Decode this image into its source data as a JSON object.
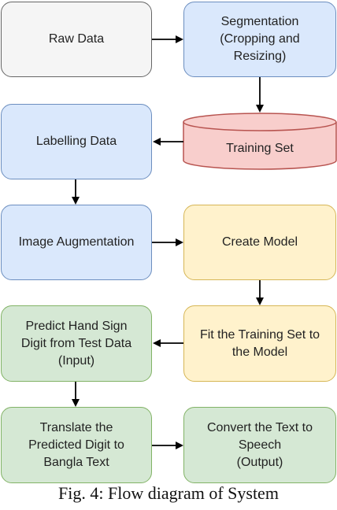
{
  "nodes": {
    "raw_data": "Raw Data",
    "segmentation": "Segmentation\n(Cropping and\nResizing)",
    "labelling_data": "Labelling Data",
    "training_set": "Training Set",
    "image_augmentation": "Image Augmentation",
    "create_model": "Create Model",
    "predict": "Predict Hand Sign\nDigit from Test Data\n(Input)",
    "fit_training": "Fit the Training Set to\nthe Model",
    "translate": "Translate the\nPredicted Digit to\nBangla Text",
    "convert_speech": "Convert the Text to\nSpeech\n(Output)"
  },
  "caption": "Fig. 4: Flow diagram of System",
  "colors": {
    "gray_fill": "#f5f5f5",
    "blue_fill": "#dae8fc",
    "red_fill": "#f8cecc",
    "yellow_fill": "#fff2cc",
    "green_fill": "#d5e8d4"
  }
}
